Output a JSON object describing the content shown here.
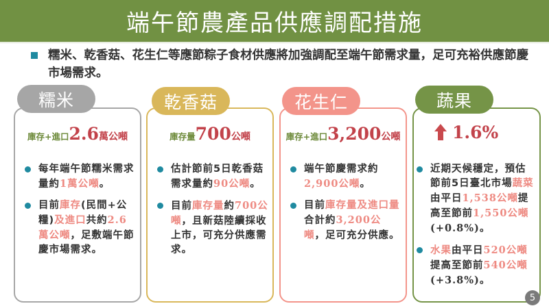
{
  "title": "端午節農產品供應調配措施",
  "intro": {
    "text": "糯米、乾香菇、花生仁等應節粽子食材供應將加強調配至端午節需求量，足可充裕供應節慶市場需求。"
  },
  "colors": {
    "title_bar": "#719143",
    "bullet": "#1f8aa0",
    "highlight": "#ee8a82",
    "headline_number": "#c2424a",
    "headline_label": "#6d8a3a"
  },
  "cards": [
    {
      "tab": "糯米",
      "color": "#a6a6a6",
      "headline": {
        "label": "庫存+進口",
        "number": "2.6",
        "unit": "萬公噸"
      },
      "bullets": [
        [
          {
            "t": "每年端午節糯米需求量約"
          },
          {
            "t": "1萬公噸",
            "hl": true,
            "num": true
          },
          {
            "t": "。"
          }
        ],
        [
          {
            "t": "目前"
          },
          {
            "t": "庫存",
            "hl": true
          },
          {
            "t": "(民間+公糧)"
          },
          {
            "t": "及進口",
            "hl": true
          },
          {
            "t": "共約"
          },
          {
            "t": "2.6萬公噸",
            "hl": true,
            "num": true
          },
          {
            "t": "，足敷端午節慶市場需求。"
          }
        ]
      ]
    },
    {
      "tab": "乾香菇",
      "color": "#d9b75a",
      "headline": {
        "label": "庫存量",
        "number": "700",
        "unit": "公噸"
      },
      "bullets": [
        [
          {
            "t": "估計節前5日乾香菇需求量約"
          },
          {
            "t": "90公噸",
            "hl": true,
            "num": true
          },
          {
            "t": "。"
          }
        ],
        [
          {
            "t": "目前"
          },
          {
            "t": "庫存量",
            "hl": true
          },
          {
            "t": "約"
          },
          {
            "t": "700公噸",
            "hl": true,
            "num": true
          },
          {
            "t": "，且新菇陸續採收上市，可充分供應需求。"
          }
        ]
      ]
    },
    {
      "tab": "花生仁",
      "color": "#f3948a",
      "headline": {
        "label": "庫存+進口",
        "number": "3,200",
        "unit": "公噸"
      },
      "bullets": [
        [
          {
            "t": "端午節慶需求約"
          },
          {
            "t": "2,900公噸",
            "hl": true,
            "num": true
          },
          {
            "t": "。"
          }
        ],
        [
          {
            "t": "目前"
          },
          {
            "t": "庫存量及進口量",
            "hl": true
          },
          {
            "t": "合計約"
          },
          {
            "t": "3,200公噸",
            "hl": true,
            "num": true
          },
          {
            "t": "，足可充分供應。"
          }
        ]
      ]
    },
    {
      "tab": "蔬果",
      "color": "#759447",
      "headline": {
        "label": "",
        "number": "1.6%",
        "unit": "",
        "icon": "arrow-up-icon"
      },
      "bullets": [
        [
          {
            "t": "近期天候穩定，預估節前5日臺北市場"
          },
          {
            "t": "蔬菜",
            "hl": true
          },
          {
            "t": "由平日"
          },
          {
            "t": "1,538公噸",
            "hl": true,
            "num": true
          },
          {
            "t": "提高至節前"
          },
          {
            "t": "1,550公噸",
            "hl": true,
            "num": true
          },
          {
            "t": "(+0.8%)",
            "num": true
          },
          {
            "t": "。"
          }
        ],
        [
          {
            "t": "水果",
            "hl": true
          },
          {
            "t": "由平日"
          },
          {
            "t": "520公噸",
            "hl": true,
            "num": true
          },
          {
            "t": "提高至節前"
          },
          {
            "t": "540公噸",
            "hl": true,
            "num": true
          },
          {
            "t": "(+3.8%)",
            "num": true
          },
          {
            "t": "。"
          }
        ]
      ]
    }
  ],
  "page_number": "5"
}
